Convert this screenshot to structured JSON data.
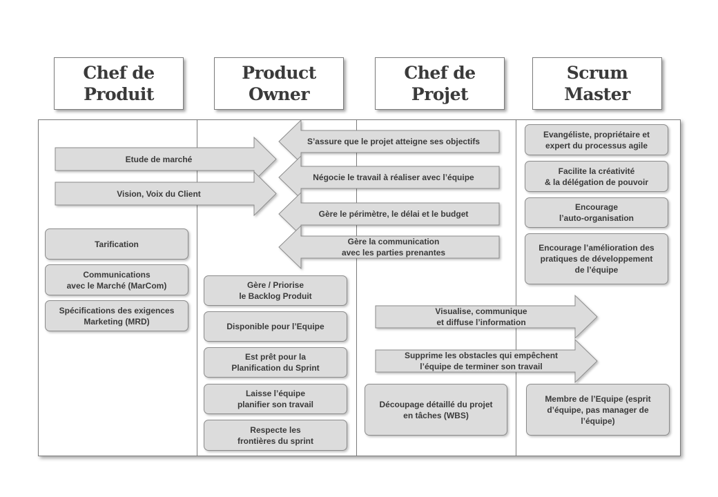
{
  "headers": {
    "chef_produit": "Chef de\nProduit",
    "product_owner": "Product\nOwner",
    "chef_projet": "Chef de\nProjet",
    "scrum_master": "Scrum\nMaster"
  },
  "arrows": {
    "etude_marche": "Etude de marché",
    "vision_client": "Vision, Voix du Client",
    "objectifs": "S’assure que le projet atteigne ses objectifs",
    "negocie": "Négocie le travail à réaliser avec l’équipe",
    "perimetre": "Gère le périmètre, le délai et le budget",
    "communication": "Gère la communication\navec les parties prenantes",
    "visualise": "Visualise, communique\net diffuse l’information",
    "obstacles": "Supprime les obstacles  qui empêchent\nl’équipe de terminer son travail"
  },
  "chef_produit": {
    "tarification": "Tarification",
    "marcom": "Communications\navec le Marché (MarCom)",
    "mrd": "Spécifications des exigences\nMarketing (MRD)"
  },
  "product_owner": {
    "backlog": "Gère / Priorise\nle Backlog Produit",
    "disponible": "Disponible pour l’Equipe",
    "planification": "Est prêt pour la\nPlanification du Sprint",
    "laisse": "Laisse l’équipe\nplanifier son travail",
    "respecte": "Respecte les\nfrontières du sprint"
  },
  "chef_projet": {
    "wbs": "Découpage détaillé du projet\nen tâches  (WBS)"
  },
  "scrum_master": {
    "evangeliste": "Evangéliste, propriétaire et\nexpert du processus  agile",
    "facilite": "Facilite la créativité\n& la délégation de pouvoir",
    "encourage": "Encourage\nl’auto-organisation",
    "amelioration": "Encourage l’amélioration des\npratiques de développement\nde l’équipe",
    "membre": "Membre de l’Equipe (esprit\nd’équipe, pas manager de\nl’équipe)"
  },
  "colors": {
    "fill": "#dcdcdc",
    "stroke": "#8a8a8a",
    "text": "#3a3a3a"
  }
}
